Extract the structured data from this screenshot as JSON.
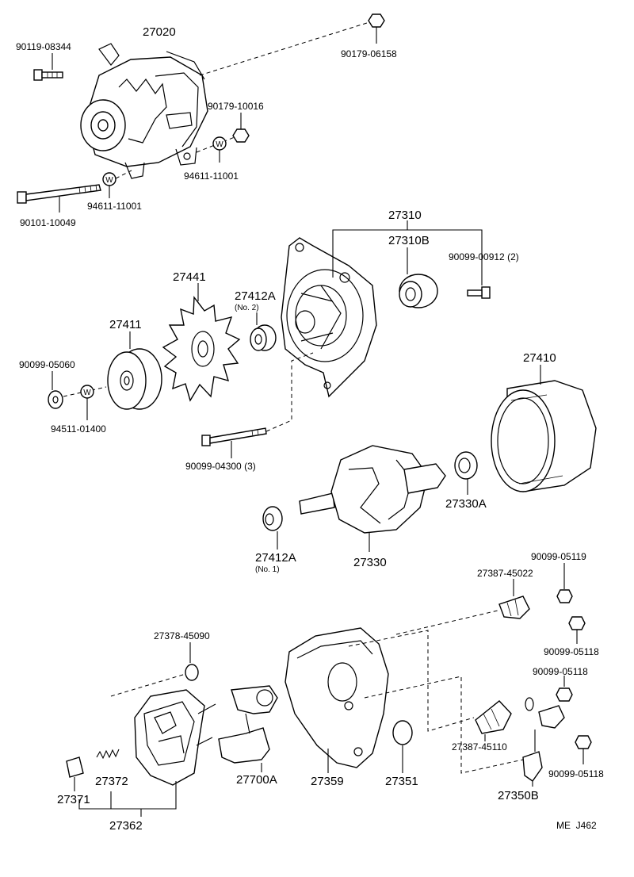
{
  "diagram": {
    "parts": {
      "p27020": "27020",
      "p90119_08344": "90119-08344",
      "p90179_06158": "90179-06158",
      "p90179_10016": "90179-10016",
      "p94611_11001_a": "94611-11001",
      "p94611_11001_b": "94611-11001",
      "p90101_10049": "90101-10049",
      "p27310": "27310",
      "p27310B": "27310B",
      "p90099_00912": "90099-00912 (2)",
      "p27441": "27441",
      "p27412A_no2": "27412A",
      "no2": "(No. 2)",
      "p27411": "27411",
      "p90099_05060": "90099-05060",
      "p94511_01400": "94511-01400",
      "p27410": "27410",
      "p90099_04300": "90099-04300 (3)",
      "p27330A": "27330A",
      "p27412A_no1": "27412A",
      "no1": "(No. 1)",
      "p27330": "27330",
      "p90099_05119": "90099-05119",
      "p27387_45022": "27387-45022",
      "p90099_05118_a": "90099-05118",
      "p27378_45090": "27378-45090",
      "p90099_05118_b": "90099-05118",
      "p27387_45110": "27387-45110",
      "p90099_05118_c": "90099-05118",
      "p27372": "27372",
      "p27371": "27371",
      "p27700A": "27700A",
      "p27359": "27359",
      "p27351": "27351",
      "p27350B": "27350B",
      "p27362": "27362"
    },
    "washer_mark": "W",
    "ref_code": "ME  J462"
  }
}
